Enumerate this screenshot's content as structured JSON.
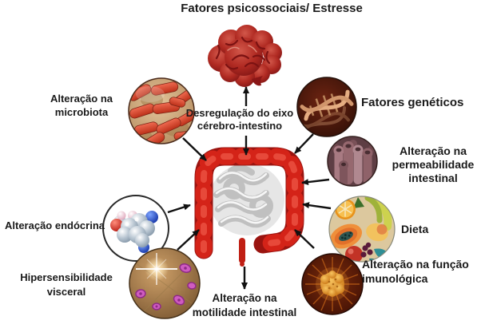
{
  "title": "Fatores psicossociais/ Estresse",
  "center": {
    "label": "Desregulação do eixo\ncérebro-intestino",
    "icon": "intestine-icon"
  },
  "nodes": {
    "psychosocial": {
      "icon": "brain-icon"
    },
    "microbiota": {
      "label": "Alteração na\nmicrobiota",
      "icon": "bacteria-icon"
    },
    "genetics": {
      "label": "Fatores genéticos",
      "icon": "dna-icon"
    },
    "permeability": {
      "label": "Alteração na\npermeabilidade\nintestinal",
      "icon": "intestinal-villi-icon"
    },
    "diet": {
      "label": "Dieta",
      "icon": "fruits-icon"
    },
    "immune": {
      "label": "Alteração na função\nimunológica",
      "icon": "immune-cell-icon"
    },
    "endocrine": {
      "label": "Alteração endócrina",
      "icon": "molecule-icon"
    },
    "visceral": {
      "label": "Hipersensibilidade\nvisceral",
      "icon": "visceral-cells-icon"
    },
    "motility": {
      "label": "Alteração na\nmotilidade intestinal"
    }
  },
  "colors": {
    "background": "#ffffff",
    "text": "#1a1a1a",
    "arrow": "#111111",
    "colon_red": "#d42318",
    "brain_red": "#a82020",
    "small_intestine_gray": "#d9d9d9"
  }
}
